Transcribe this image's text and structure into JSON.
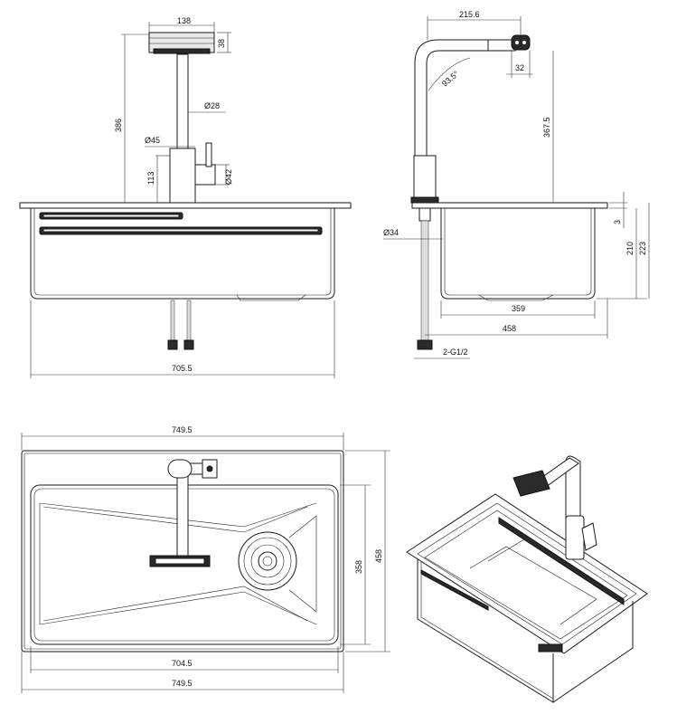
{
  "dimensions": {
    "handle_width": "138",
    "handle_height": "38",
    "faucet_height": "386",
    "spout_diameter": "Ø28",
    "base_diameter": "Ø45",
    "lever_height": "113",
    "lever_diameter": "Ø42",
    "sink_top_width": "705.5",
    "spout_reach": "215.6",
    "spout_angle": "93.5°",
    "head_size": "32",
    "spout_height": "367.5",
    "tail_diameter": "Ø34",
    "rim_thickness": "3",
    "bowl_depth": "210",
    "total_depth": "223",
    "bowl_length": "359",
    "side_width": "458",
    "connector": "2-G1/2",
    "plan_width_top": "749.5",
    "plan_depth": "358",
    "plan_height": "458",
    "plan_inner_width": "704.5",
    "plan_width_bottom": "749.5"
  }
}
